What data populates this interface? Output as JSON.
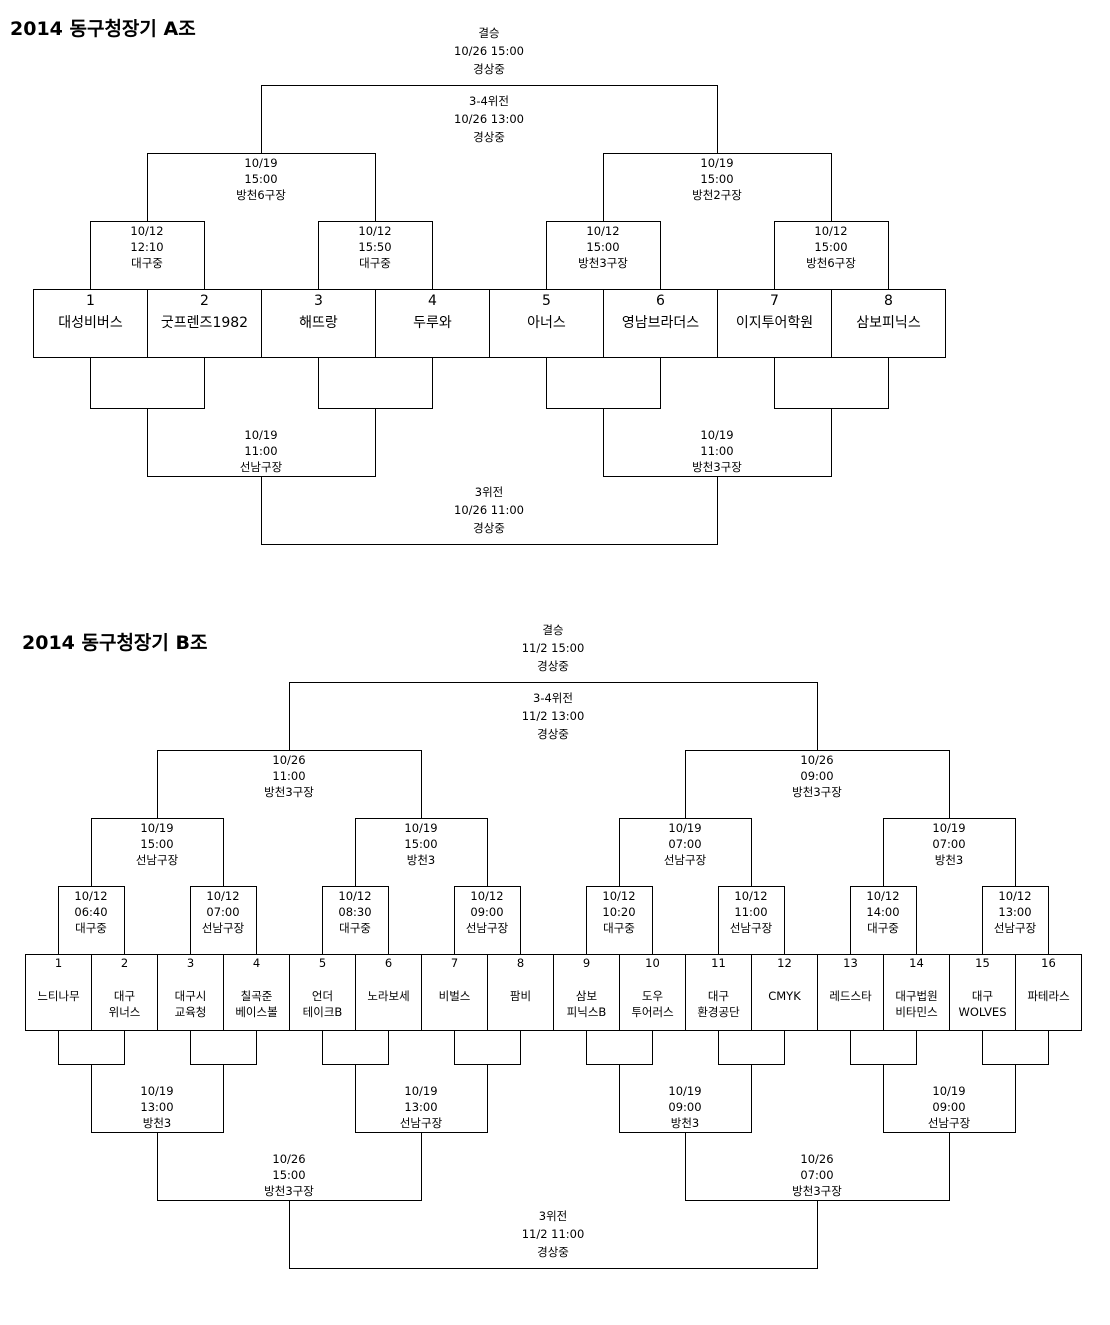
{
  "group_a": {
    "title": "2014 동구청장기 A조",
    "teams": [
      {
        "num": "1",
        "name": "대성비버스"
      },
      {
        "num": "2",
        "name": "굿프렌즈1982"
      },
      {
        "num": "3",
        "name": "해뜨랑"
      },
      {
        "num": "4",
        "name": "두루와"
      },
      {
        "num": "5",
        "name": "아너스"
      },
      {
        "num": "6",
        "name": "영남브라더스"
      },
      {
        "num": "7",
        "name": "이지투어학원"
      },
      {
        "num": "8",
        "name": "삼보피닉스"
      }
    ],
    "matches": {
      "final": [
        "결승",
        "10/26 15:00",
        "경상중"
      ],
      "semi_top": [
        "3-4위전",
        "10/26 13:00",
        "경상중"
      ],
      "qf_top_left": [
        "10/19",
        "15:00",
        "방천6구장"
      ],
      "qf_top_right": [
        "10/19",
        "15:00",
        "방천2구장"
      ],
      "r1_top_1": [
        "10/12",
        "12:10",
        "대구중"
      ],
      "r1_top_2": [
        "10/12",
        "15:50",
        "대구중"
      ],
      "r1_top_3": [
        "10/12",
        "15:00",
        "방천3구장"
      ],
      "r1_top_4": [
        "10/12",
        "15:00",
        "방천6구장"
      ],
      "qf_bottom_left": [
        "10/19",
        "11:00",
        "선남구장"
      ],
      "qf_bottom_right": [
        "10/19",
        "11:00",
        "방천3구장"
      ],
      "third": [
        "3위전",
        "10/26 11:00",
        "경상중"
      ]
    }
  },
  "group_b": {
    "title": "2014 동구청장기 B조",
    "teams": [
      {
        "num": "1",
        "name": "느티나무"
      },
      {
        "num": "2",
        "name": "대구\n위너스"
      },
      {
        "num": "3",
        "name": "대구시\n교육청"
      },
      {
        "num": "4",
        "name": "칠곡준\n베이스볼"
      },
      {
        "num": "5",
        "name": "언더\n테이크B"
      },
      {
        "num": "6",
        "name": "노라보세"
      },
      {
        "num": "7",
        "name": "비벌스"
      },
      {
        "num": "8",
        "name": "팜비"
      },
      {
        "num": "9",
        "name": "삼보\n피닉스B"
      },
      {
        "num": "10",
        "name": "도우\n투어러스"
      },
      {
        "num": "11",
        "name": "대구\n환경공단"
      },
      {
        "num": "12",
        "name": "CMYK"
      },
      {
        "num": "13",
        "name": "레드스타"
      },
      {
        "num": "14",
        "name": "대구법원\n비타민스"
      },
      {
        "num": "15",
        "name": "대구\nWOLVES"
      },
      {
        "num": "16",
        "name": "파테라스"
      }
    ],
    "matches": {
      "final": [
        "결승",
        "11/2 15:00",
        "경상중"
      ],
      "semi_top": [
        "3-4위전",
        "11/2 13:00",
        "경상중"
      ],
      "l3_top_left": [
        "10/26",
        "11:00",
        "방천3구장"
      ],
      "l3_top_right": [
        "10/26",
        "09:00",
        "방천3구장"
      ],
      "l2_top_1": [
        "10/19",
        "15:00",
        "선남구장"
      ],
      "l2_top_2": [
        "10/19",
        "15:00",
        "방천3"
      ],
      "l2_top_3": [
        "10/19",
        "07:00",
        "선남구장"
      ],
      "l2_top_4": [
        "10/19",
        "07:00",
        "방천3"
      ],
      "r1_top_1": [
        "10/12",
        "06:40",
        "대구중"
      ],
      "r1_top_2": [
        "10/12",
        "07:00",
        "선남구장"
      ],
      "r1_top_3": [
        "10/12",
        "08:30",
        "대구중"
      ],
      "r1_top_4": [
        "10/12",
        "09:00",
        "선남구장"
      ],
      "r1_top_5": [
        "10/12",
        "10:20",
        "대구중"
      ],
      "r1_top_6": [
        "10/12",
        "11:00",
        "선남구장"
      ],
      "r1_top_7": [
        "10/12",
        "14:00",
        "대구중"
      ],
      "r1_top_8": [
        "10/12",
        "13:00",
        "선남구장"
      ],
      "l2_bottom_1": [
        "10/19",
        "13:00",
        "방천3"
      ],
      "l2_bottom_2": [
        "10/19",
        "13:00",
        "선남구장"
      ],
      "l2_bottom_3": [
        "10/19",
        "09:00",
        "방천3"
      ],
      "l2_bottom_4": [
        "10/19",
        "09:00",
        "선남구장"
      ],
      "l3_bottom_left": [
        "10/26",
        "15:00",
        "방천3구장"
      ],
      "l3_bottom_right": [
        "10/26",
        "07:00",
        "방천3구장"
      ],
      "third": [
        "3위전",
        "11/2 11:00",
        "경상중"
      ]
    }
  }
}
